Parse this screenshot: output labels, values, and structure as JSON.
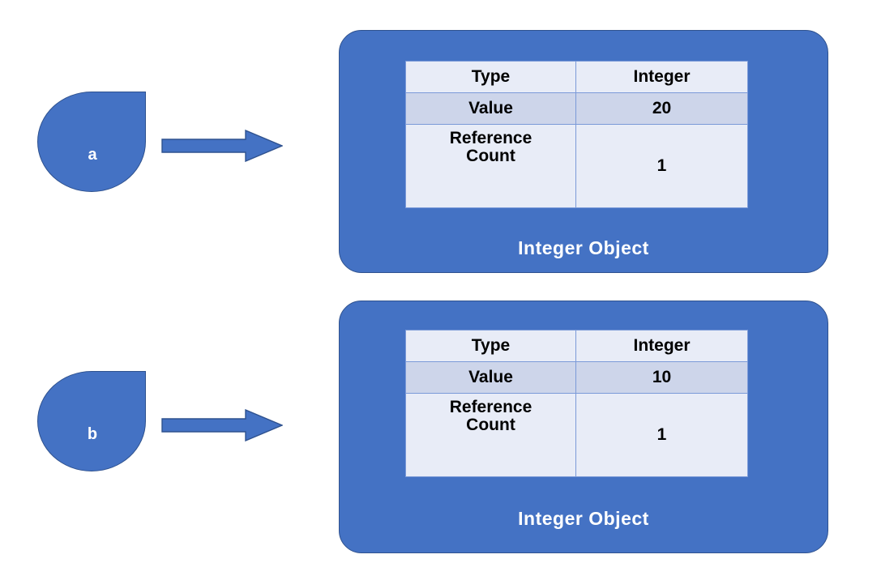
{
  "diagram": {
    "title": "Integer Object Reference Diagram",
    "background_color": "#FFFFFF",
    "accent_blue": "#4472C4",
    "accent_blue_dark": "#2F528F",
    "table_row_light": "#E8ECF7",
    "table_row_alt": "#CDD5EA",
    "table_border": "#7B9AD8",
    "caption_text_color": "#FFFFFF",
    "table_text_color": "#000000"
  },
  "rows": [
    {
      "variable": {
        "name": "variable-a",
        "label": "a",
        "shape": "teardrop-pointer-shape"
      },
      "arrow": {
        "name": "reference-arrow-a",
        "icon": "right-arrow-icon",
        "direction": "right"
      },
      "object": {
        "caption": "Integer Object",
        "table": {
          "columns": [
            "field",
            "value"
          ],
          "rows": [
            {
              "field": "Type",
              "value": "Integer"
            },
            {
              "field": "Value",
              "value": "20"
            },
            {
              "field": "Reference Count",
              "field_line1": "Reference",
              "field_line2": "Count",
              "value": "1"
            }
          ]
        }
      }
    },
    {
      "variable": {
        "name": "variable-b",
        "label": "b",
        "shape": "teardrop-pointer-shape"
      },
      "arrow": {
        "name": "reference-arrow-b",
        "icon": "right-arrow-icon",
        "direction": "right"
      },
      "object": {
        "caption": "Integer Object",
        "table": {
          "columns": [
            "field",
            "value"
          ],
          "rows": [
            {
              "field": "Type",
              "value": "Integer"
            },
            {
              "field": "Value",
              "value": "10"
            },
            {
              "field": "Reference Count",
              "field_line1": "Reference",
              "field_line2": "Count",
              "value": "1"
            }
          ]
        }
      }
    }
  ]
}
